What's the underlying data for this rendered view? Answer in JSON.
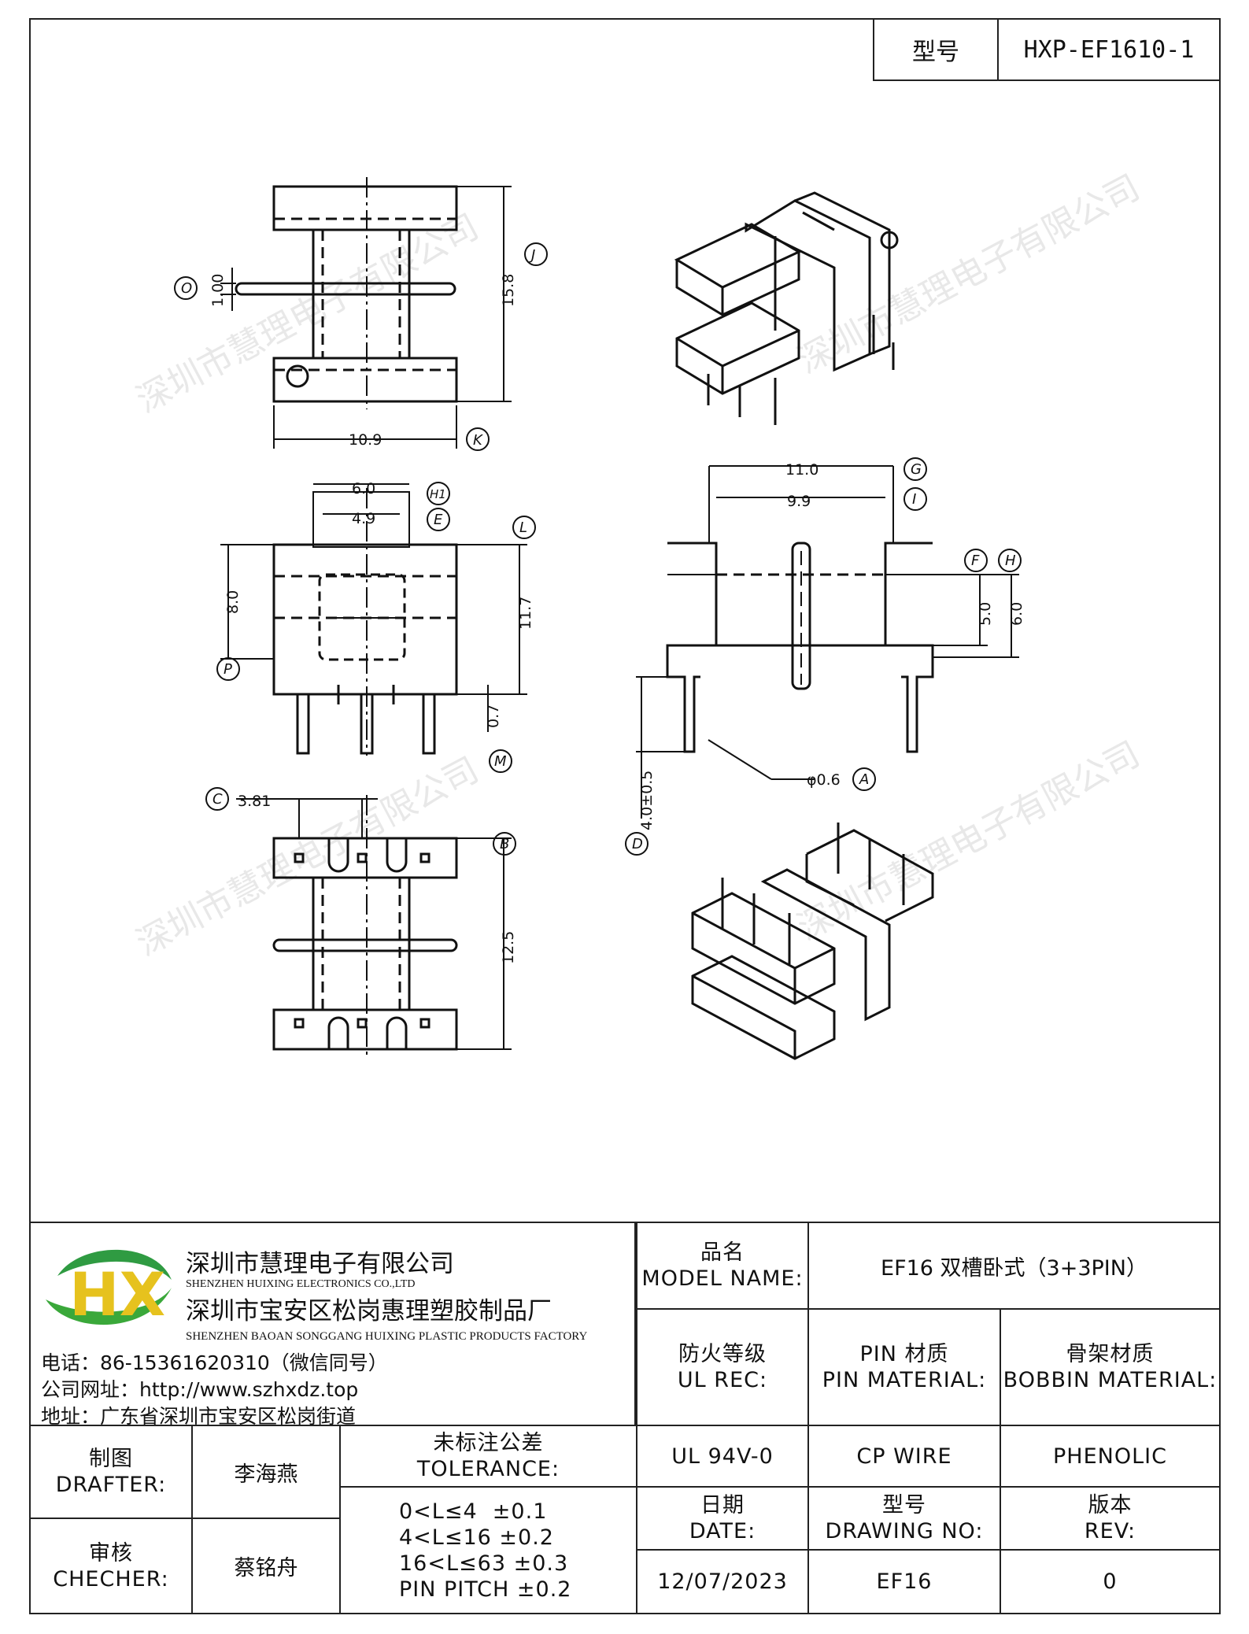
{
  "header": {
    "model_label": "型号",
    "model_value": "HXP-EF1610-1"
  },
  "watermark": "深圳市慧理电子有限公司",
  "dims": {
    "J": "J",
    "O": "O",
    "K": "K",
    "d_15_8": "15.8",
    "d_1_00": "1.00",
    "d_10_9": "10.9",
    "H1": "H1",
    "E": "E",
    "L": "L",
    "P": "P",
    "M": "M",
    "d_6_0": "6.0",
    "d_4_9": "4.9",
    "d_8_0": "8.0",
    "d_11_7": "11.7",
    "d_0_7": "0.7",
    "C": "C",
    "B": "B",
    "d_3_81": "3.81",
    "d_12_5": "12.5",
    "G": "G",
    "I": "I",
    "F": "F",
    "H": "H",
    "A": "A",
    "D": "D",
    "d_11_0": "11.0",
    "d_9_9": "9.9",
    "d_5_0": "5.0",
    "d_6_0b": "6.0",
    "d_phi06": "φ0.6",
    "d_4_0": "4.0±0.5"
  },
  "company": {
    "logo_text": "HX",
    "name_cn": "深圳市慧理电子有限公司",
    "name_en": "SHENZHEN HUIXING ELECTRONICS CO.,LTD",
    "factory_cn": "深圳市宝安区松岗惠理塑胶制品厂",
    "factory_en": "SHENZHEN BAOAN SONGGANG HUIXING PLASTIC PRODUCTS FACTORY",
    "phone": "电话：86-15361620310（微信同号）",
    "website": "公司网址：http://www.szhxdz.top",
    "address": "地址：广东省深圳市宝安区松岗街道"
  },
  "table": {
    "model_name_cn": "品名",
    "model_name_en": "MODEL NAME:",
    "model_name_value": "EF16 双槽卧式（3+3PIN）",
    "ul_cn": "防火等级",
    "ul_en": "UL REC:",
    "pin_cn": "PIN 材质",
    "pin_en": "PIN MATERIAL:",
    "bobbin_cn": "骨架材质",
    "bobbin_en": "BOBBIN MATERIAL:",
    "ul_value": "UL 94V-0",
    "pin_value": "CP WIRE",
    "bobbin_value": "PHENOLIC",
    "drafter_cn": "制图",
    "drafter_en": "DRAFTER:",
    "drafter_value": "李海燕",
    "checker_cn": "审核",
    "checker_en": "CHECHER:",
    "checker_value": "蔡铭舟",
    "tol_cn": "未标注公差",
    "tol_en": "TOLERANCE:",
    "tol_lines": [
      "0<L≤4  ±0.1",
      "4<L≤16 ±0.2",
      "16<L≤63 ±0.3",
      "PIN PITCH ±0.2"
    ],
    "date_cn": "日期",
    "date_en": "DATE:",
    "date_value": "12/07/2023",
    "dwg_cn": "型号",
    "dwg_en": "DRAWING NO:",
    "dwg_value": "EF16",
    "rev_cn": "版本",
    "rev_en": "REV:",
    "rev_value": "0"
  }
}
